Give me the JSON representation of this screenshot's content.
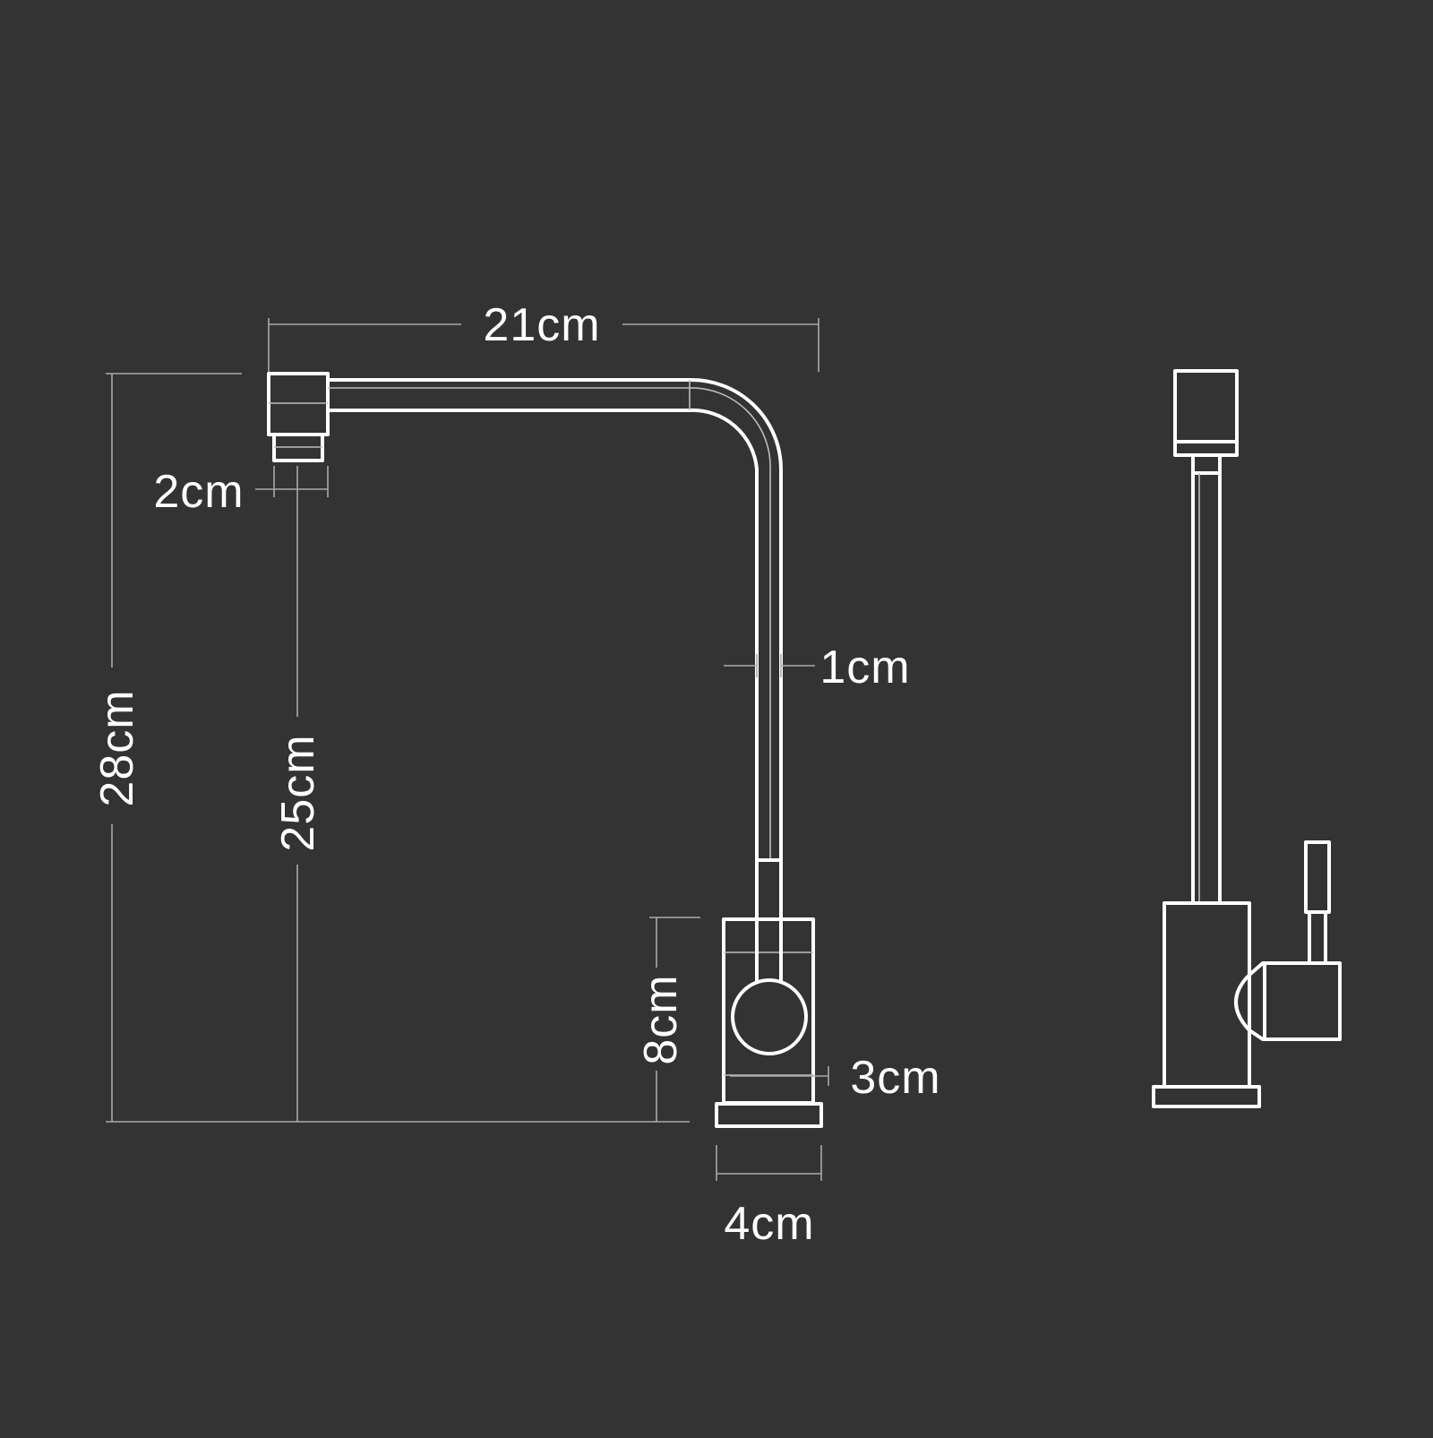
{
  "diagram": {
    "background": "#333333",
    "line_color": "#ffffff",
    "dimension_color": "#a9a9a9"
  },
  "dimensions": {
    "spout_reach": "21cm",
    "aerator_width": "2cm",
    "total_height": "28cm",
    "spout_height": "25cm",
    "tube_diameter": "1cm",
    "body_height": "8cm",
    "body_inner_width": "3cm",
    "base_width": "4cm"
  }
}
